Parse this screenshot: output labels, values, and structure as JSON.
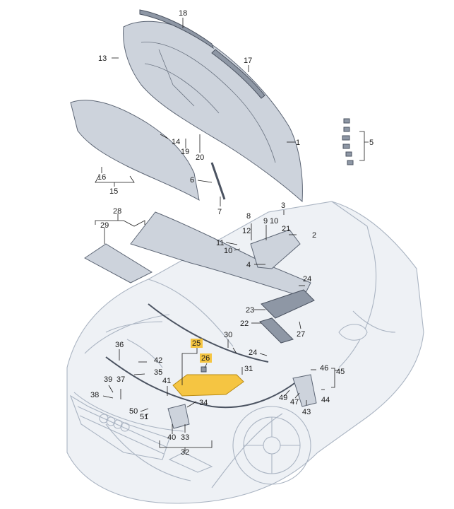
{
  "colors": {
    "highlight": "#f5c542",
    "car_outline": "#aab4c2",
    "part_fill": "#cdd3dc"
  },
  "diagram": {
    "highlighted_callouts": [
      "25",
      "26"
    ],
    "callouts": {
      "c1": "1",
      "c2": "2",
      "c3": "3",
      "c4": "4",
      "c5": "5",
      "c6": "6",
      "c7": "7",
      "c8": "8",
      "c9": "9",
      "c10a": "10",
      "c10b": "10",
      "c11": "11",
      "c12": "12",
      "c13": "13",
      "c14": "14",
      "c15": "15",
      "c16": "16",
      "c17": "17",
      "c18": "18",
      "c19": "19",
      "c20": "20",
      "c21": "21",
      "c22": "22",
      "c23": "23",
      "c24a": "24",
      "c24b": "24",
      "c25": "25",
      "c26": "26",
      "c27": "27",
      "c28": "28",
      "c29": "29",
      "c30": "30",
      "c31": "31",
      "c32": "32",
      "c33": "33",
      "c34": "34",
      "c35": "35",
      "c36": "36",
      "c37": "37",
      "c38": "38",
      "c39": "39",
      "c40": "40",
      "c41": "41",
      "c42": "42",
      "c43": "43",
      "c44": "44",
      "c45": "45",
      "c46": "46",
      "c47": "47",
      "c49": "49",
      "c50": "50",
      "c51": "51"
    }
  }
}
